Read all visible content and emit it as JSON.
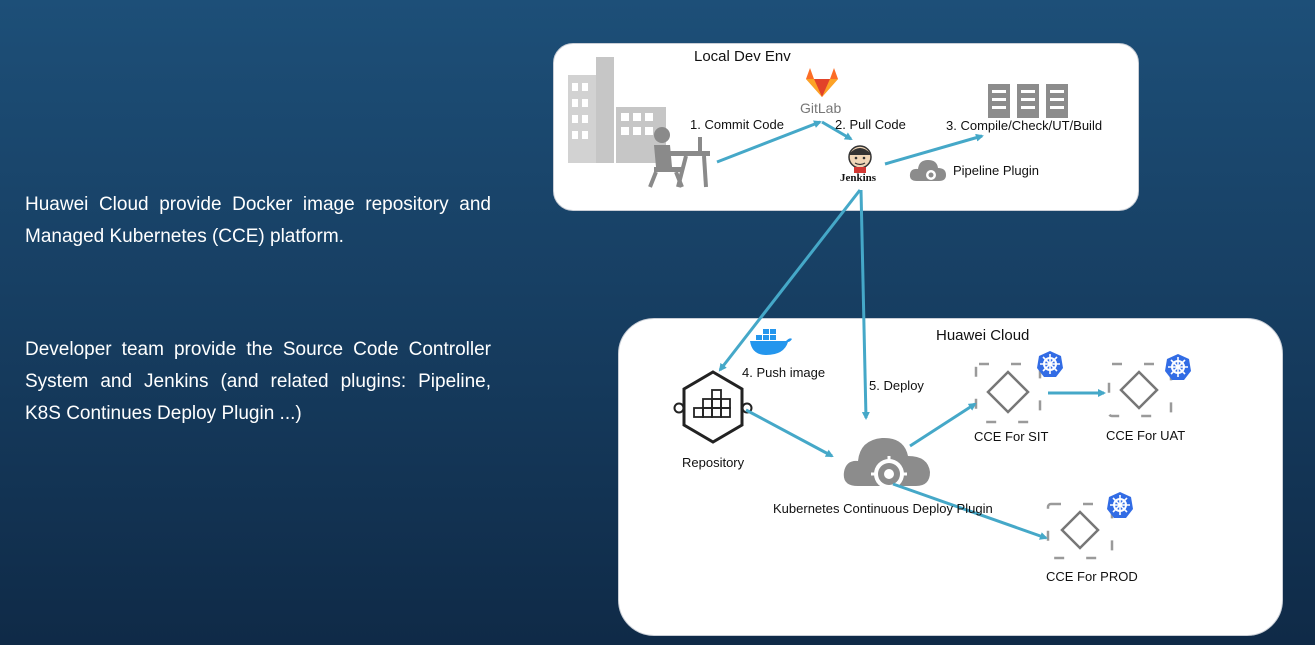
{
  "left": {
    "paragraph1": "Huawei Cloud provide Docker image repository and Managed Kubernetes (CCE) platform.",
    "paragraph2": "Developer team provide the Source Code Controller System and Jenkins (and related plugins: Pipeline, K8S Continues Deploy Plugin ...)"
  },
  "local_env": {
    "title": "Local Dev Env",
    "gitlab_label": "GitLab",
    "jenkins_label": "Jenkins",
    "step1": "1. Commit Code",
    "step2": "2. Pull Code",
    "step3": "3. Compile/Check/UT/Build",
    "pipeline_plugin": "Pipeline Plugin"
  },
  "cloud": {
    "title": "Huawei Cloud",
    "step4": "4. Push image",
    "step5": "5. Deploy",
    "repository": "Repository",
    "k8s_plugin": "Kubernetes Continuous Deploy Plugin",
    "cce_sit": "CCE For SIT",
    "cce_uat": "CCE For UAT",
    "cce_prod": "CCE For PROD"
  },
  "colors": {
    "arrow": "#45a8c8",
    "kubernetes": "#326ce5",
    "docker": "#2496ed",
    "gitlab": "#e24329",
    "icon_gray": "#7f7f7f"
  }
}
